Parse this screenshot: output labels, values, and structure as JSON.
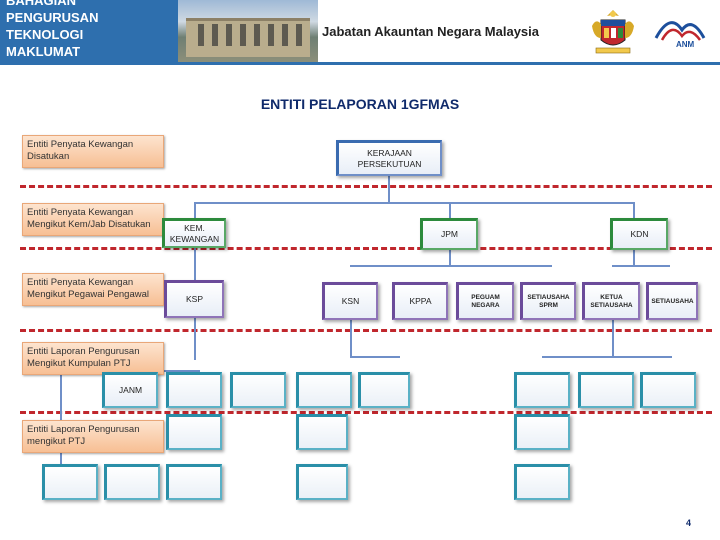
{
  "header": {
    "dept_lines": [
      "BAHAGIAN",
      "PENGURUSAN",
      "TEKNOLOGI",
      "MAKLUMAT"
    ],
    "agency": "Jabatan Akauntan Negara Malaysia",
    "logo_text": "ANM"
  },
  "title": "ENTITI PELAPORAN 1GFMAS",
  "levels": [
    "Entiti Penyata Kewangan Disatukan",
    "Entiti Penyata Kewangan Mengikut Kem/Jab Disatukan",
    "Entiti Penyata Kewangan Mengikut Pegawai Pengawal",
    "Entiti Laporan Pengurusan Mengikut Kumpulan PTJ",
    "Entiti Laporan Pengurusan mengikut PTJ"
  ],
  "nodes": {
    "root": "KERAJAAN PERSEKUTUAN",
    "kem_kewangan": "KEM. KEWANGAN",
    "jpm": "JPM",
    "kdn": "KDN",
    "ksp": "KSP",
    "ksn": "KSN",
    "kppa": "KPPA",
    "peguam_negara": "PEGUAM NEGARA",
    "setiausaha_sprm": "SETIAUSAHA SPRM",
    "ketua_setiausaha": "KETUA SETIAUSAHA",
    "setiausaha": "SETIAUSAHA",
    "janm": "JANM"
  },
  "page_number": "4"
}
